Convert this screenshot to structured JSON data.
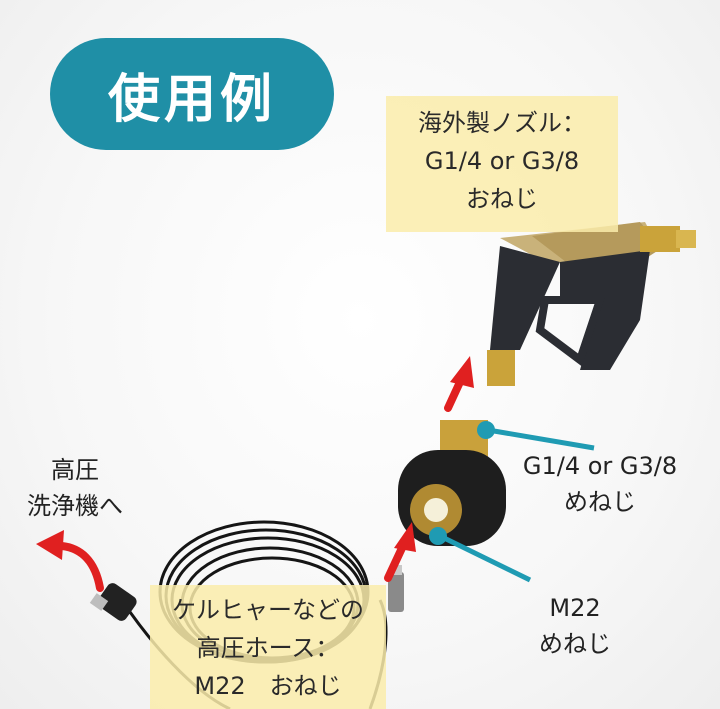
{
  "badge": {
    "label": "使用例",
    "color": "#1f8fa6"
  },
  "nozzle_note": {
    "line1": "海外製ノズル：",
    "line2": "G1/4 or G3/8",
    "line3": "おねじ"
  },
  "hose_note": {
    "line1": "ケルヒャーなどの",
    "line2": "高圧ホース：",
    "line3": "M22　おねじ"
  },
  "washer_label": {
    "line1": "高圧",
    "line2": "洗浄機へ"
  },
  "fitting_label": {
    "line1": "G1/4 or G3/8",
    "line2": "めねじ"
  },
  "m22_label": {
    "line1": "M22",
    "line2": "めねじ"
  },
  "colors": {
    "arrow": "#e02020",
    "pointer": "#1f9bb3",
    "note_bg": "#faecaa"
  }
}
